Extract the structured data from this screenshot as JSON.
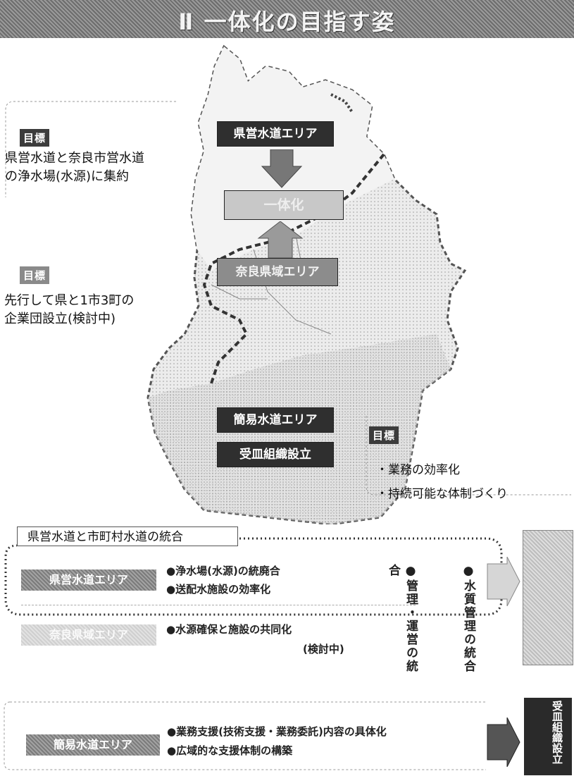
{
  "banner": {
    "title": "Ⅱ 一体化の目指す姿"
  },
  "goals": {
    "tag_label": "目標",
    "goal1_lines": [
      "県営水道と奈良市営水道",
      "の浄水場(水源)に集約"
    ],
    "goal2_lines": [
      "先行して県と1市3町の",
      "企業団設立(検討中)"
    ],
    "goal3_items": [
      "・業務の効率化",
      "・持続可能な体制づくり"
    ]
  },
  "map": {
    "top_box": "県営水道エリア",
    "middle_box": "一体化",
    "lower_box": "奈良県域エリア",
    "simple_box": "簡易水道エリア",
    "org_box": "受皿組織設立"
  },
  "integration": {
    "header": "県営水道と市町村水道の統合",
    "area1_label": "県営水道エリア",
    "area1_bullets": [
      "●浄水場(水源)の統廃合",
      "●送配水施設の効率化"
    ],
    "area2_label": "奈良県域エリア",
    "area2_bullets": [
      "●水源確保と施設の共同化"
    ],
    "area2_note": "(検討中)",
    "vert_mgmt": "●管理・運営の統合",
    "vert_quality": "●水質管理の統合",
    "simple_label": "簡易水道エリア",
    "simple_bullets": [
      "●業務支援(技術支援・業務委託)内容の具体化",
      "●広域的な支援体制の構築"
    ],
    "right_box_bottom": "受皿組織設立"
  },
  "colors": {
    "dark": "#2f2f2f",
    "mid": "#8c8c8c",
    "light": "#c8c8c8",
    "map_fill": "#e6e6e6"
  }
}
